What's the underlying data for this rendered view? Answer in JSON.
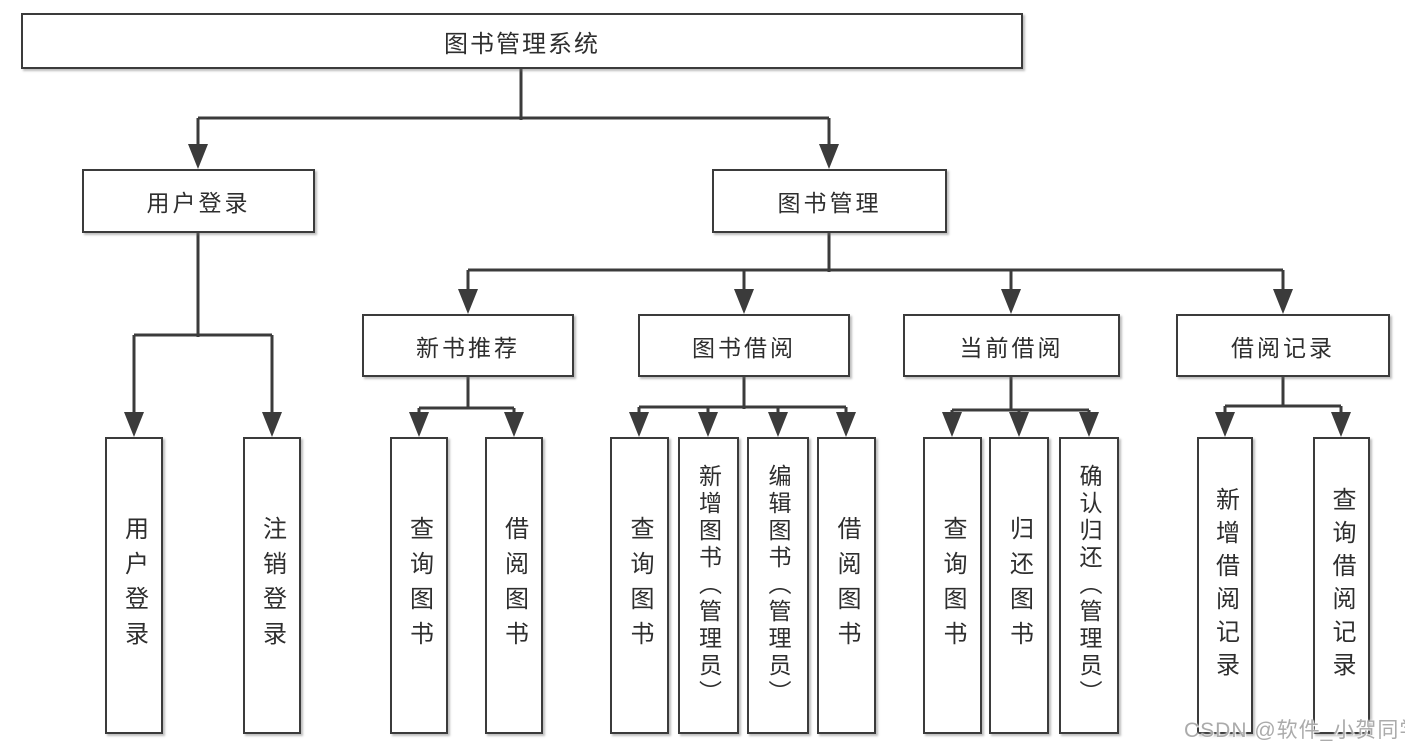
{
  "diagram_type": "hierarchy-tree",
  "tree": {
    "root": {
      "label": "图书管理系统",
      "children": [
        {
          "label": "用户登录",
          "children": [
            {
              "label": "用户登录"
            },
            {
              "label": "注销登录"
            }
          ]
        },
        {
          "label": "图书管理",
          "children": [
            {
              "label": "新书推荐",
              "children": [
                {
                  "label": "查询图书"
                },
                {
                  "label": "借阅图书"
                }
              ]
            },
            {
              "label": "图书借阅",
              "children": [
                {
                  "label": "查询图书"
                },
                {
                  "label": "新增图书（管理员）"
                },
                {
                  "label": "编辑图书（管理员）"
                },
                {
                  "label": "借阅图书"
                }
              ]
            },
            {
              "label": "当前借阅",
              "children": [
                {
                  "label": "查询图书"
                },
                {
                  "label": "归还图书"
                },
                {
                  "label": "确认归还（管理员）"
                }
              ]
            },
            {
              "label": "借阅记录",
              "children": [
                {
                  "label": "新增借阅记录"
                },
                {
                  "label": "查询借阅记录"
                }
              ]
            }
          ]
        }
      ]
    }
  },
  "watermark": {
    "text": "CSDN @软件_小贺同学"
  },
  "colors": {
    "line": "#3b3b3b",
    "box_border": "#3b3b3b",
    "box_fill": "#ffffff",
    "text": "#2e2e2e",
    "watermark": "#ababab",
    "background": "#ffffff"
  }
}
